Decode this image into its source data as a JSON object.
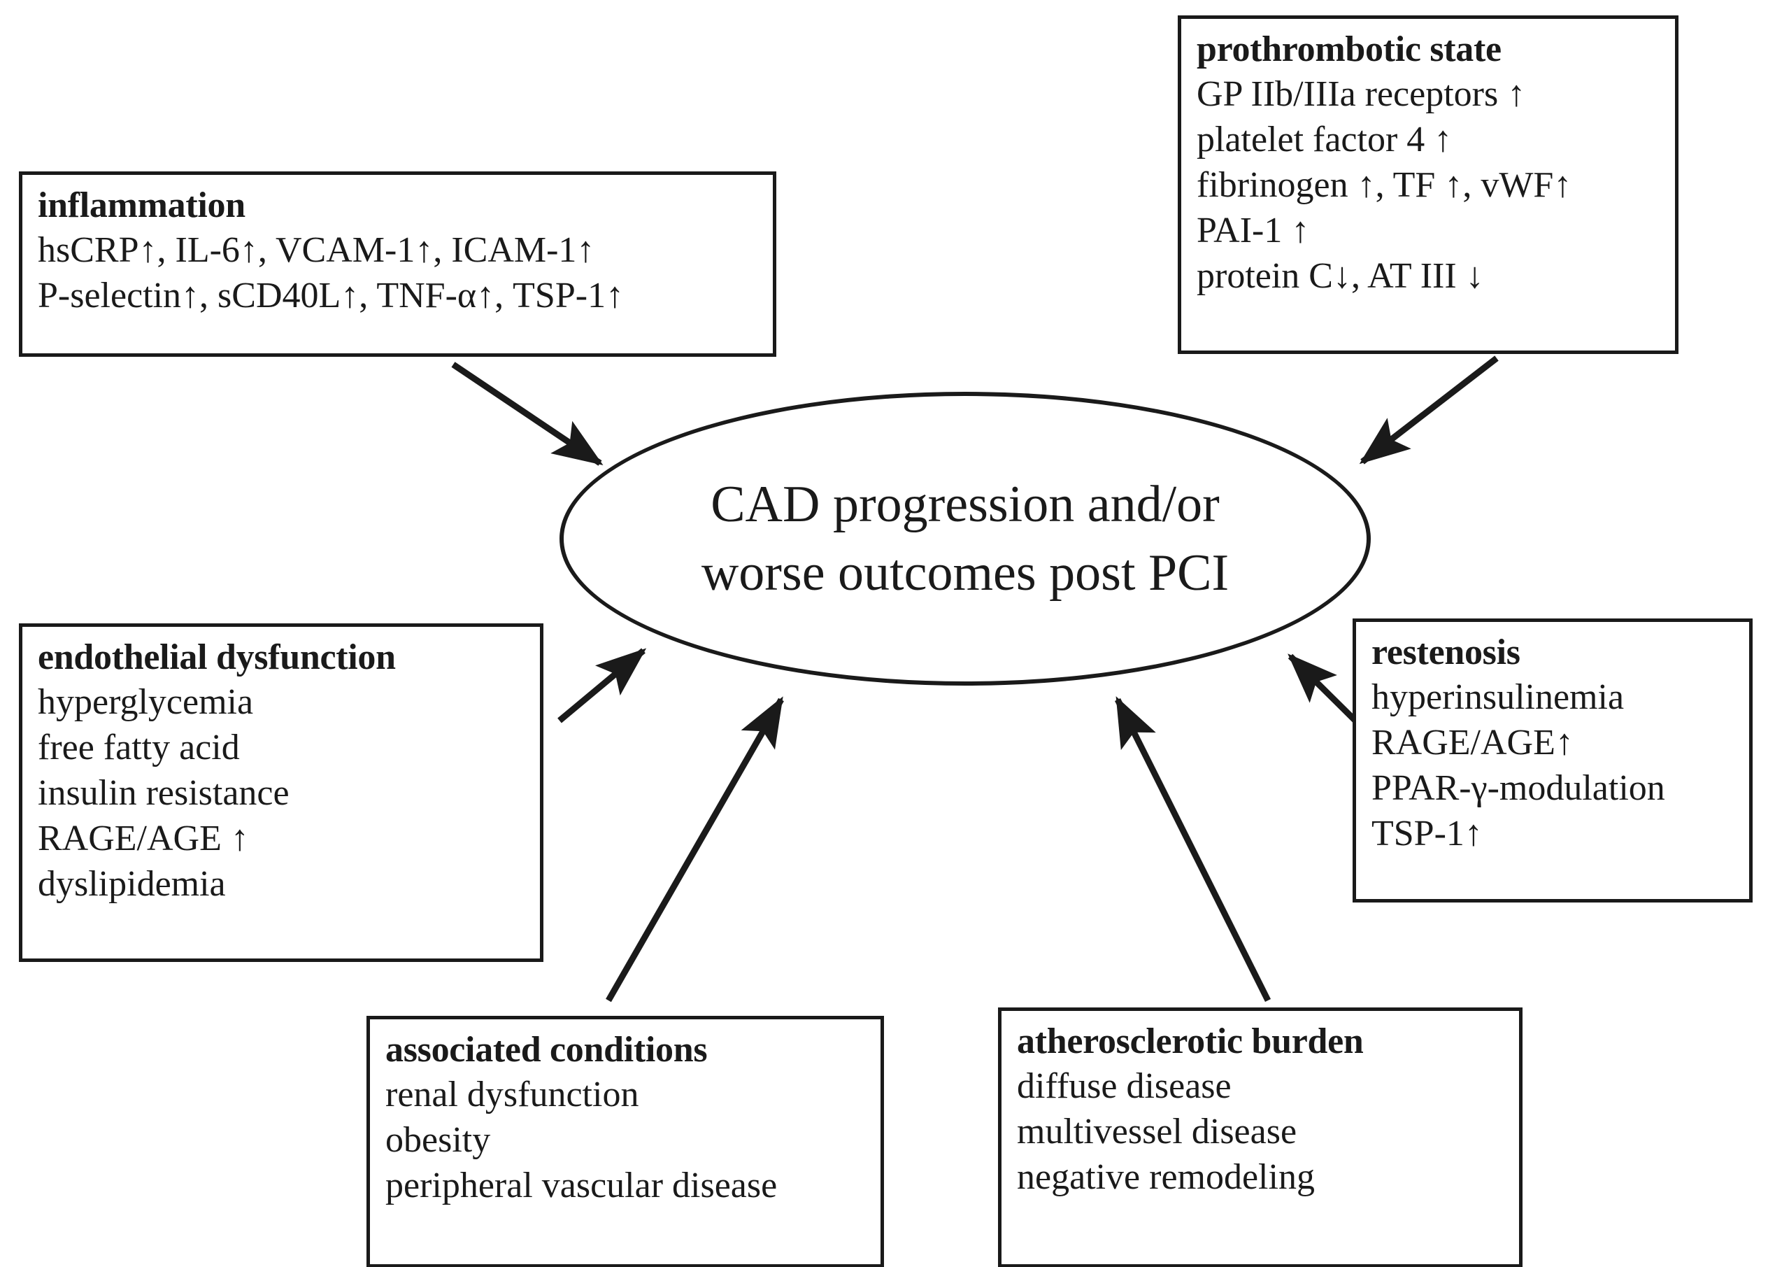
{
  "diagram": {
    "center": {
      "name": "cad-outcome-ellipse",
      "line1": "CAD progression and/or",
      "line2": "worse outcomes post PCI"
    },
    "boxes": [
      {
        "id": "inflammation",
        "title": "inflammation",
        "lines": [
          "hsCRP↑, IL-6↑, VCAM-1↑, ICAM-1↑",
          "P-selectin↑, sCD40L↑, TNF-α↑, TSP-1↑"
        ]
      },
      {
        "id": "prothrombotic",
        "title": "prothrombotic state",
        "lines": [
          "GP IIb/IIIa receptors ↑",
          "platelet factor 4 ↑",
          "fibrinogen ↑, TF ↑, vWF↑",
          "PAI-1 ↑",
          "protein C↓, AT III ↓"
        ]
      },
      {
        "id": "endothelial",
        "title": "endothelial dysfunction",
        "lines": [
          "hyperglycemia",
          "free fatty acid",
          "insulin resistance",
          "RAGE/AGE ↑",
          "dyslipidemia"
        ]
      },
      {
        "id": "restenosis",
        "title": "restenosis",
        "lines": [
          "hyperinsulinemia",
          "RAGE/AGE↑",
          "PPAR-γ-modulation",
          "TSP-1↑"
        ]
      },
      {
        "id": "associated",
        "title": "associated conditions",
        "lines": [
          "renal dysfunction",
          "obesity",
          "peripheral vascular disease"
        ]
      },
      {
        "id": "atherosclerotic",
        "title": "atherosclerotic burden",
        "lines": [
          "diffuse disease",
          "multivessel disease",
          "negative remodeling"
        ]
      }
    ],
    "colors": {
      "stroke": "#1a1a1a",
      "background": "#ffffff"
    }
  }
}
